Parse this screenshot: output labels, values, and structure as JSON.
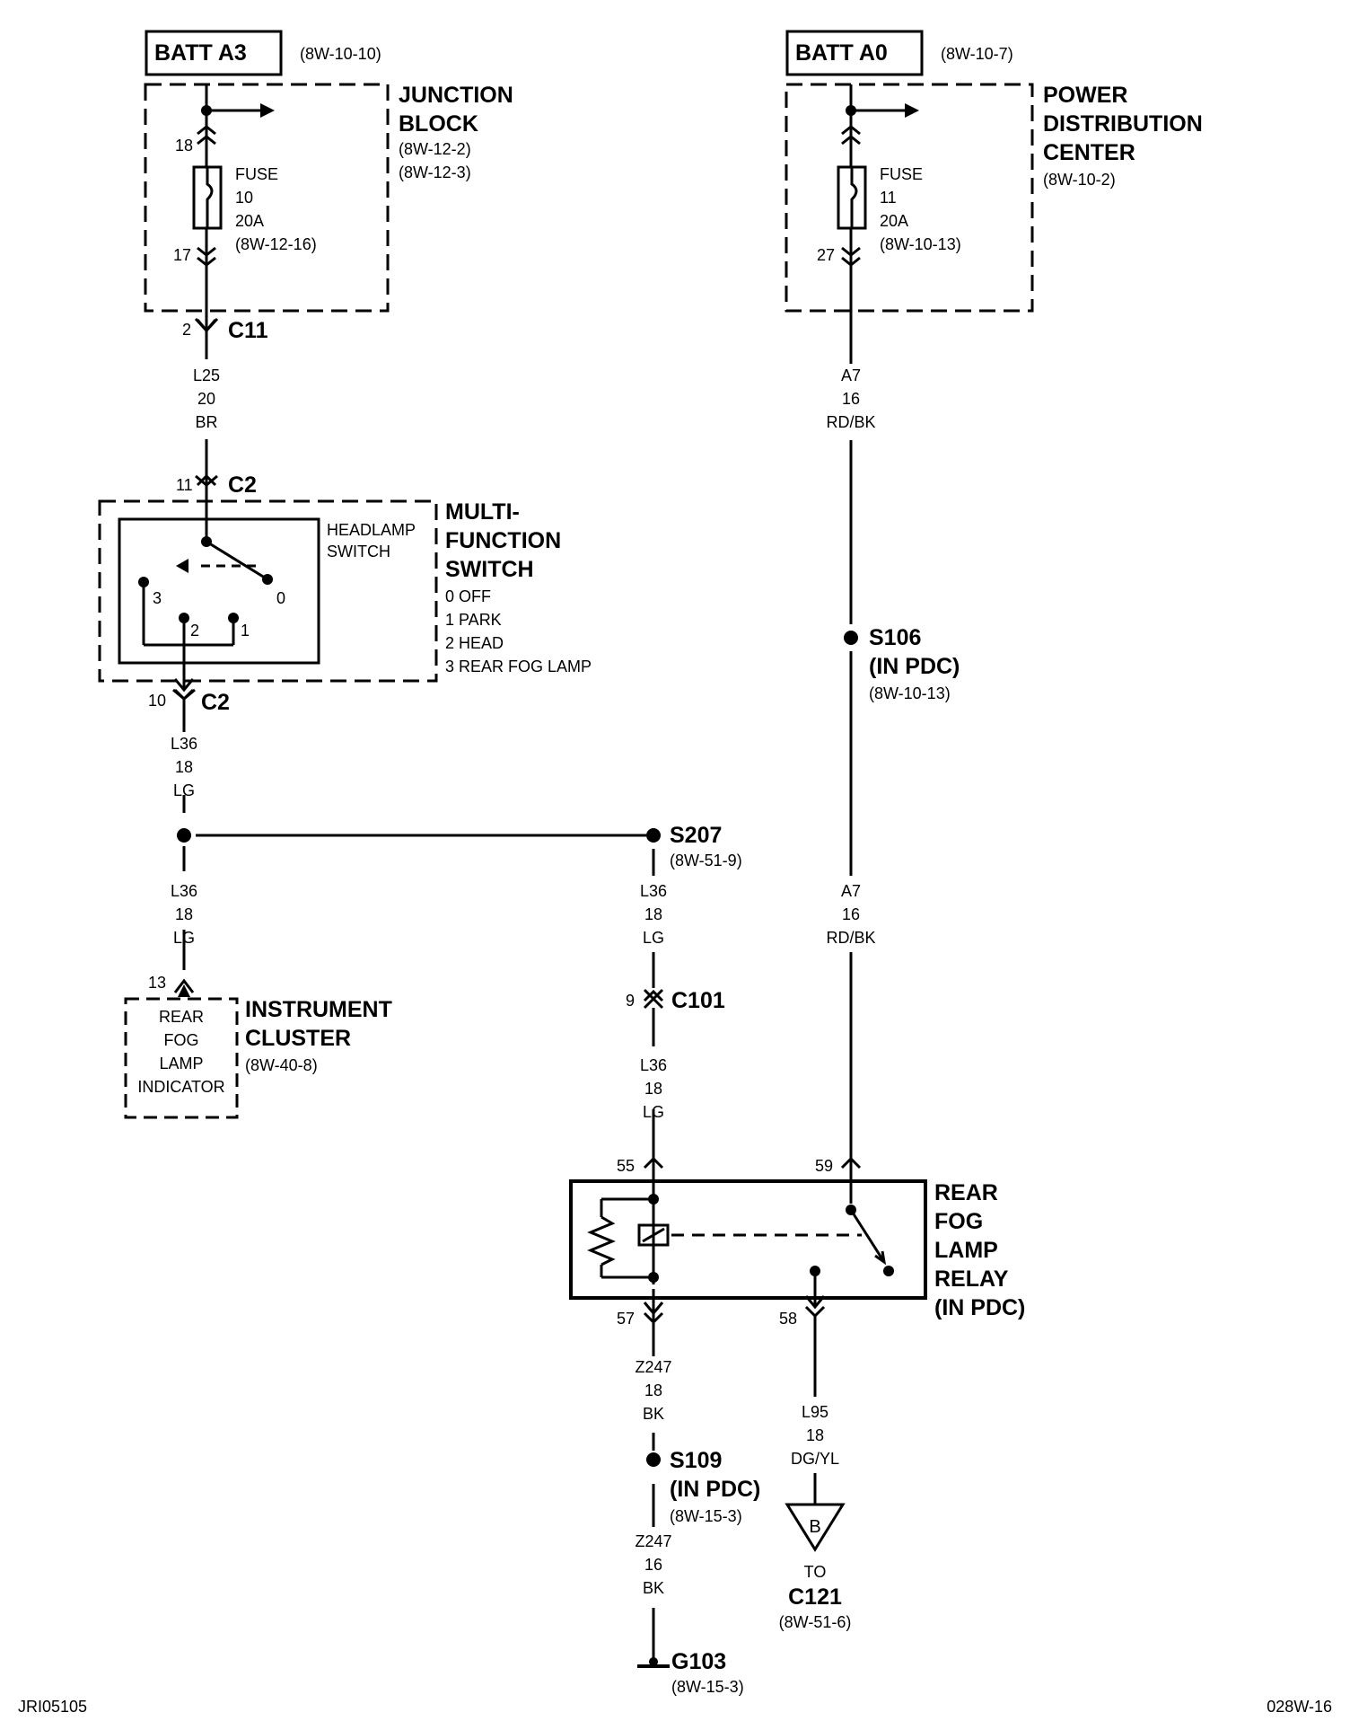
{
  "batt_a3": {
    "label": "BATT A3",
    "ref": "(8W-10-10)"
  },
  "batt_a0": {
    "label": "BATT A0",
    "ref": "(8W-10-7)"
  },
  "junction_block": {
    "name_1": "JUNCTION",
    "name_2": "BLOCK",
    "ref_1": "(8W-12-2)",
    "ref_2": "(8W-12-3)",
    "pin_in": "18",
    "pin_out": "17",
    "fuse_1": "FUSE",
    "fuse_2": "10",
    "fuse_3": "20A",
    "fuse_4": "(8W-12-16)"
  },
  "pdc": {
    "name_1": "POWER",
    "name_2": "DISTRIBUTION",
    "name_3": "CENTER",
    "ref": "(8W-10-2)",
    "pin_out": "27",
    "fuse_1": "FUSE",
    "fuse_2": "11",
    "fuse_3": "20A",
    "fuse_4": "(8W-10-13)"
  },
  "c11": {
    "pin": "2",
    "name": "C11"
  },
  "wire_l25": {
    "circuit": "L25",
    "gauge": "20",
    "color": "BR"
  },
  "c2_in": {
    "pin": "11",
    "name": "C2"
  },
  "c2_out": {
    "pin": "10",
    "name": "C2"
  },
  "mfs": {
    "name_1": "MULTI-",
    "name_2": "FUNCTION",
    "name_3": "SWITCH",
    "pos_0": "0 OFF",
    "pos_1": "1 PARK",
    "pos_2": "2 HEAD",
    "pos_3": "3 REAR FOG LAMP",
    "sw_1": "HEADLAMP",
    "sw_2": "SWITCH",
    "t0": "0",
    "t1": "1",
    "t2": "2",
    "t3": "3"
  },
  "wire_a7_top": {
    "circuit": "A7",
    "gauge": "16",
    "color": "RD/BK"
  },
  "s106": {
    "name": "S106",
    "loc": "(IN PDC)",
    "ref": "(8W-10-13)"
  },
  "wire_l36_a": {
    "circuit": "L36",
    "gauge": "18",
    "color": "LG"
  },
  "s207": {
    "name": "S207",
    "ref": "(8W-51-9)"
  },
  "wire_l36_b": {
    "circuit": "L36",
    "gauge": "18",
    "color": "LG"
  },
  "wire_l36_c": {
    "circuit": "L36",
    "gauge": "18",
    "color": "LG"
  },
  "wire_a7_bot": {
    "circuit": "A7",
    "gauge": "16",
    "color": "RD/BK"
  },
  "cluster": {
    "pin": "13",
    "name_1": "INSTRUMENT",
    "name_2": "CLUSTER",
    "ref": "(8W-40-8)",
    "ind_1": "REAR",
    "ind_2": "FOG",
    "ind_3": "LAMP",
    "ind_4": "INDICATOR"
  },
  "c101": {
    "pin": "9",
    "name": "C101"
  },
  "wire_l36_d": {
    "circuit": "L36",
    "gauge": "18",
    "color": "LG"
  },
  "relay": {
    "pin_55": "55",
    "pin_59": "59",
    "pin_57": "57",
    "pin_58": "58",
    "name_1": "REAR",
    "name_2": "FOG",
    "name_3": "LAMP",
    "name_4": "RELAY",
    "name_5": "(IN PDC)"
  },
  "wire_z247_a": {
    "circuit": "Z247",
    "gauge": "18",
    "color": "BK"
  },
  "wire_l95": {
    "circuit": "L95",
    "gauge": "18",
    "color": "DG/YL"
  },
  "s109": {
    "name": "S109",
    "loc": "(IN PDC)",
    "ref": "(8W-15-3)"
  },
  "wire_z247_b": {
    "circuit": "Z247",
    "gauge": "16",
    "color": "BK"
  },
  "connector_b": {
    "letter": "B",
    "to": "TO",
    "name": "C121",
    "ref": "(8W-51-6)"
  },
  "g103": {
    "name": "G103",
    "ref": "(8W-15-3)"
  },
  "footer": {
    "left": "JRI05105",
    "right": "028W-16"
  }
}
